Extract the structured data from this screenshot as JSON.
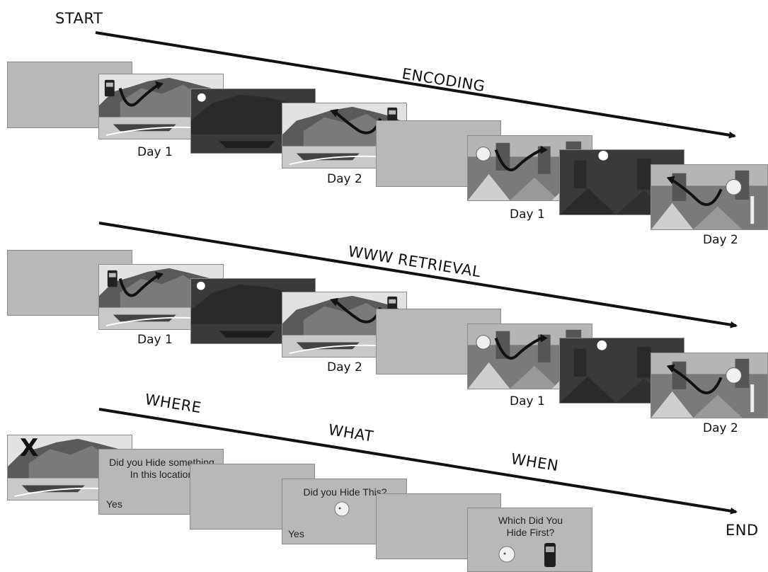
{
  "labels": {
    "start": "START",
    "end": "END",
    "encoding": "ENCODING",
    "www_retrieval": "WWW RETRIEVAL",
    "where": "WHERE",
    "what": "WHAT",
    "when": "WHEN"
  },
  "day_labels": {
    "day1": "Day 1",
    "day2": "Day 2"
  },
  "test_screens": {
    "where_question": "Did you Hide something\nIn this location",
    "what_question": "Did you Hide This?",
    "when_question": "Which Did You\nHide First?",
    "yes": "Yes",
    "x_mark": "X"
  },
  "colors": {
    "arrow": "#111111",
    "grey_screen": "#b8b8b8",
    "night_scene": "#3a3a3a"
  }
}
